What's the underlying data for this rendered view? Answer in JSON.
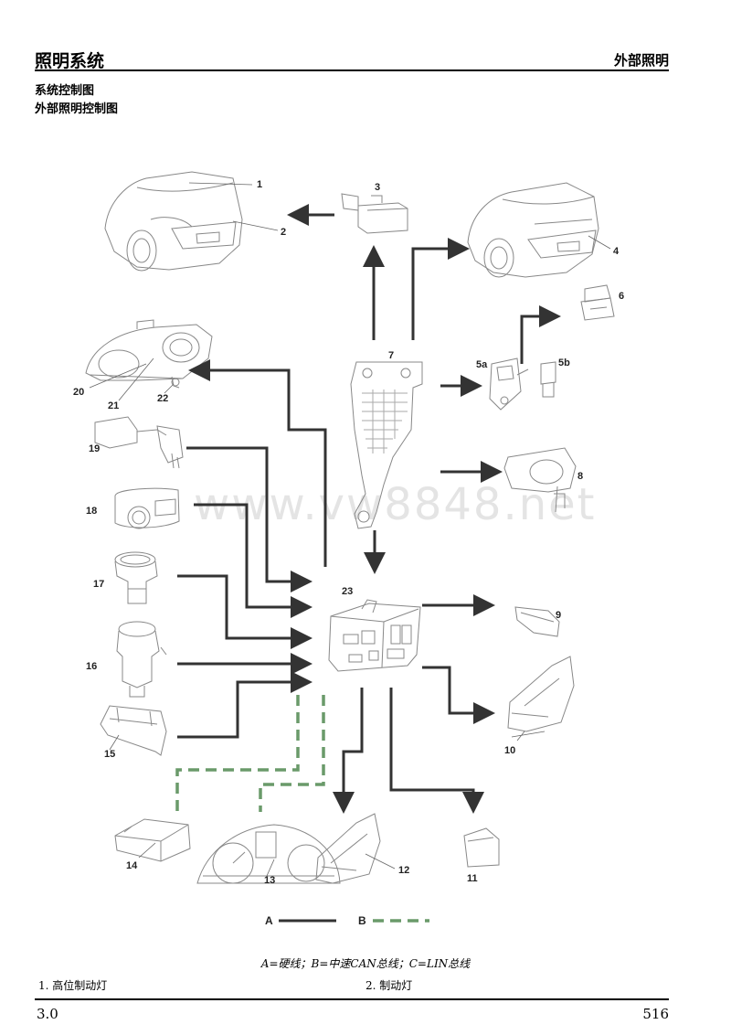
{
  "header": {
    "section": "照明系统",
    "topic": "外部照明",
    "sub1": "系统控制图",
    "sub2": "外部照明控制图"
  },
  "watermark": "www.vw8848.net",
  "colors": {
    "wire_a": "#333333",
    "wire_b": "#6a9a6a"
  },
  "components": [
    {
      "id": "1"
    },
    {
      "id": "2"
    },
    {
      "id": "3"
    },
    {
      "id": "4"
    },
    {
      "id": "5a"
    },
    {
      "id": "5b"
    },
    {
      "id": "6"
    },
    {
      "id": "7"
    },
    {
      "id": "8"
    },
    {
      "id": "9"
    },
    {
      "id": "10"
    },
    {
      "id": "11"
    },
    {
      "id": "12"
    },
    {
      "id": "13"
    },
    {
      "id": "14"
    },
    {
      "id": "15"
    },
    {
      "id": "16"
    },
    {
      "id": "17"
    },
    {
      "id": "18"
    },
    {
      "id": "19"
    },
    {
      "id": "20"
    },
    {
      "id": "21"
    },
    {
      "id": "22"
    },
    {
      "id": "23"
    }
  ],
  "legend": {
    "a": "A",
    "b": "B"
  },
  "caption": "A=硬线；B=中速CAN总线；C=LIN总线",
  "items": [
    "1.  高位制动灯",
    "2.  制动灯"
  ],
  "footer": {
    "left": "3.0",
    "right": "516"
  }
}
